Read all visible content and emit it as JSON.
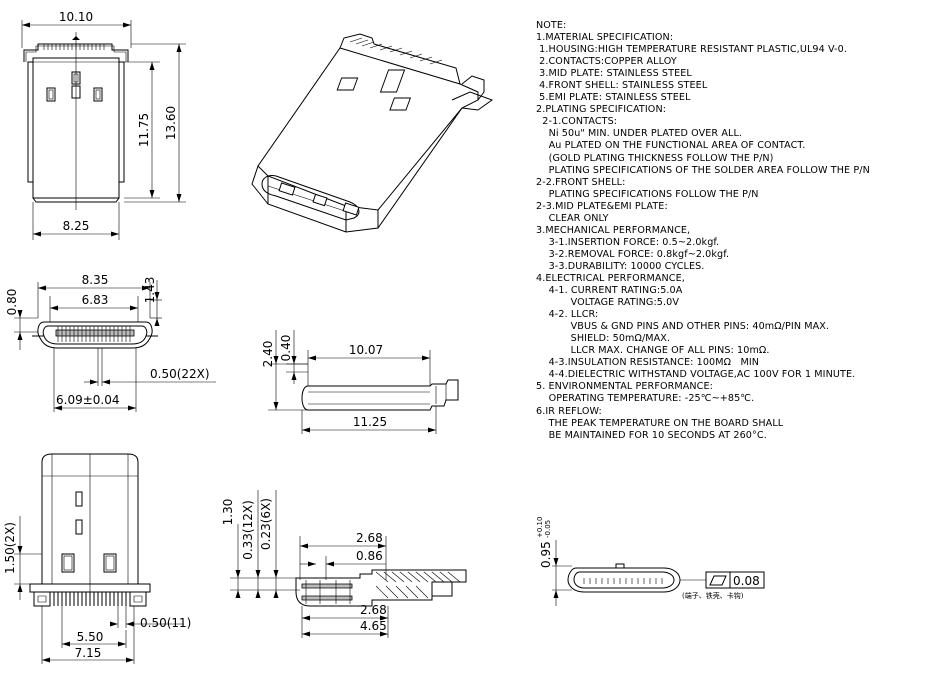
{
  "views": {
    "top_view": {
      "dims": {
        "width_top": "10.10",
        "width_bottom": "8.25",
        "height_inner": "11.75",
        "height_outer": "13.60"
      }
    },
    "front_view": {
      "dims": {
        "outer_width": "8.35",
        "inner_width": "6.83",
        "height_left": "0.80",
        "height_right": "1.43",
        "pitch": "0.50(22X)",
        "pad_span": "6.09±0.04"
      }
    },
    "side_view": {
      "dims": {
        "height_total": "2.40",
        "height_step": "0.40",
        "length_top": "10.07",
        "length_bottom": "11.25"
      }
    },
    "bottom_view": {
      "dims": {
        "tab_height": "1.50(2X)",
        "pitch": "0.50(11)",
        "span_inner": "5.50",
        "span_outer": "7.15"
      }
    },
    "section_view": {
      "dims": {
        "height_total": "1.30",
        "lead_thickness_a": "0.33(12X)",
        "lead_thickness_b": "0.23(6X)",
        "top_length_a": "2.68",
        "top_length_b": "0.86",
        "bottom_length_a": "2.68",
        "bottom_length_b": "4.65"
      }
    },
    "flatness_view": {
      "dims": {
        "height_tol": "0.95",
        "tol_plus": "+0.10",
        "tol_minus": "-0.05"
      },
      "flatness_value": "0.08",
      "flatness_note": "(端子、铁壳、卡钩)"
    }
  },
  "notes": [
    "NOTE:",
    "1.MATERIAL SPECIFICATION:",
    " 1.HOUSING:HIGH TEMPERATURE RESISTANT PLASTIC,UL94 V-0.",
    " 2.CONTACTS:COPPER ALLOY",
    " 3.MID PLATE: STAINLESS STEEL",
    " 4.FRONT SHELL: STAINLESS STEEL",
    " 5.EMI PLATE: STAINLESS STEEL",
    "2.PLATING SPECIFICATION:",
    "  2-1.CONTACTS:",
    "    Ni 50u\" MIN. UNDER PLATED OVER ALL.",
    "    Au PLATED ON THE FUNCTIONAL AREA OF CONTACT.",
    "    (GOLD PLATING THICKNESS FOLLOW THE P/N)",
    "    PLATING SPECIFICATIONS OF THE SOLDER AREA FOLLOW THE P/N",
    "2-2.FRONT SHELL:",
    "    PLATING SPECIFICATIONS FOLLOW THE P/N",
    "2-3.MID PLATE&EMI PLATE:",
    "    CLEAR ONLY",
    "3.MECHANICAL PERFORMANCE,",
    "    3-1.INSERTION FORCE: 0.5~2.0kgf.",
    "    3-2.REMOVAL FORCE: 0.8kgf~2.0kgf.",
    "    3-3.DURABILITY: 10000 CYCLES.",
    "4.ELECTRICAL PERFORMANCE,",
    "    4-1. CURRENT RATING:5.0A",
    "           VOLTAGE RATING:5.0V",
    "    4-2. LLCR:",
    "           VBUS & GND PINS AND OTHER PINS: 40mΩ/PIN MAX.",
    "           SHIELD: 50mΩ/MAX.",
    "           LLCR MAX. CHANGE OF ALL PINS: 10mΩ.",
    "    4-3.INSULATION RESISTANCE: 100MΩ   MIN",
    "    4-4.DIELECTRIC WITHSTAND VOLTAGE,AC 100V FOR 1 MINUTE.",
    "5. ENVIRONMENTAL PERFORMANCE:",
    "    OPERATING TEMPERATURE: -25℃~+85℃.",
    "6.IR REFLOW:",
    "    THE PEAK TEMPERATURE ON THE BOARD SHALL",
    "    BE MAINTAINED FOR 10 SECONDS AT 260°C."
  ]
}
